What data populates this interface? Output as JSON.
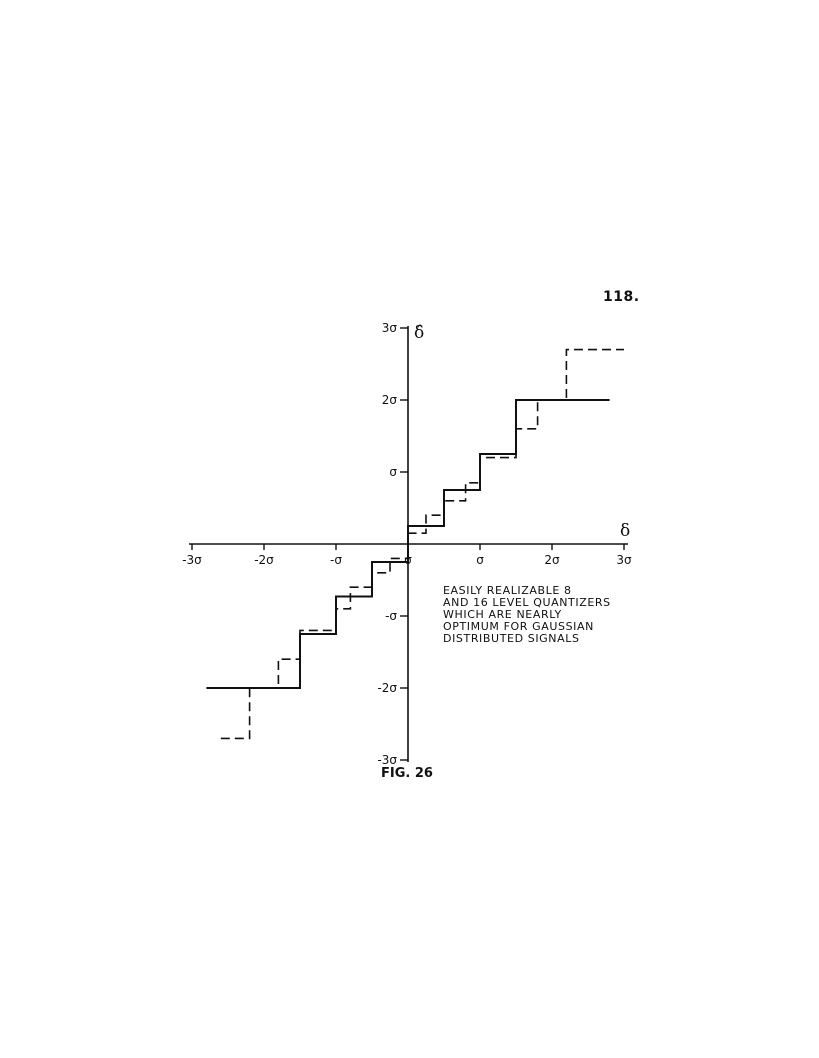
{
  "page_number": "118.",
  "figure_label": "FIG. 26",
  "caption": "EASILY REALIZABLE 8\nAND 16 LEVEL QUANTIZERS\nWHICH ARE NEARLY\nOPTIMUM FOR GAUSSIAN\nDISTRIBUTED SIGNALS",
  "chart_data": {
    "type": "line",
    "title": "",
    "xlabel": "δ",
    "ylabel": "δ̂",
    "xlim": [
      -3,
      3
    ],
    "ylim": [
      -3,
      3
    ],
    "x_ticks": [
      {
        "value": -3,
        "label": "-3σ"
      },
      {
        "value": -2,
        "label": "-2σ"
      },
      {
        "value": -1,
        "label": "-σ"
      },
      {
        "value": 0,
        "label": "σ"
      },
      {
        "value": 1,
        "label": "σ"
      },
      {
        "value": 2,
        "label": "2σ"
      },
      {
        "value": 3,
        "label": "3σ"
      }
    ],
    "y_ticks": [
      {
        "value": 3,
        "label": "3σ"
      },
      {
        "value": 2,
        "label": "2σ"
      },
      {
        "value": 1,
        "label": "σ"
      },
      {
        "value": -1,
        "label": "-σ"
      },
      {
        "value": -2,
        "label": "-2σ"
      },
      {
        "value": -3,
        "label": "-3σ"
      }
    ],
    "series": [
      {
        "style": "solid",
        "color": "#111111",
        "points": [
          [
            -2.8,
            -2.0
          ],
          [
            -1.5,
            -2.0
          ],
          [
            -1.5,
            -1.25
          ],
          [
            -1.0,
            -1.25
          ],
          [
            -1.0,
            -0.73
          ],
          [
            -0.5,
            -0.73
          ],
          [
            -0.5,
            -0.25
          ],
          [
            0.0,
            -0.25
          ],
          [
            0.0,
            0.25
          ],
          [
            0.5,
            0.25
          ],
          [
            0.5,
            0.75
          ],
          [
            1.0,
            0.75
          ],
          [
            1.0,
            1.25
          ],
          [
            1.5,
            1.25
          ],
          [
            1.5,
            2.0
          ],
          [
            2.8,
            2.0
          ]
        ]
      },
      {
        "style": "dashed",
        "color": "#111111",
        "points": [
          [
            -2.6,
            -2.7
          ],
          [
            -2.2,
            -2.7
          ],
          [
            -2.2,
            -2.0
          ],
          [
            -1.8,
            -2.0
          ],
          [
            -1.8,
            -1.6
          ],
          [
            -1.5,
            -1.6
          ],
          [
            -1.5,
            -1.2
          ],
          [
            -1.0,
            -1.2
          ],
          [
            -1.0,
            -0.9
          ],
          [
            -0.8,
            -0.9
          ],
          [
            -0.8,
            -0.6
          ],
          [
            -0.5,
            -0.6
          ],
          [
            -0.5,
            -0.4
          ],
          [
            -0.25,
            -0.4
          ],
          [
            -0.25,
            -0.2
          ],
          [
            0.0,
            -0.2
          ],
          [
            0.0,
            0.15
          ],
          [
            0.25,
            0.15
          ],
          [
            0.25,
            0.4
          ],
          [
            0.5,
            0.4
          ],
          [
            0.5,
            0.6
          ],
          [
            0.8,
            0.6
          ],
          [
            0.8,
            0.85
          ],
          [
            1.0,
            0.85
          ],
          [
            1.0,
            1.2
          ],
          [
            1.5,
            1.2
          ],
          [
            1.5,
            1.6
          ],
          [
            1.8,
            1.6
          ],
          [
            1.8,
            2.0
          ],
          [
            2.2,
            2.0
          ],
          [
            2.2,
            2.7
          ],
          [
            3.0,
            2.7
          ]
        ]
      }
    ]
  }
}
